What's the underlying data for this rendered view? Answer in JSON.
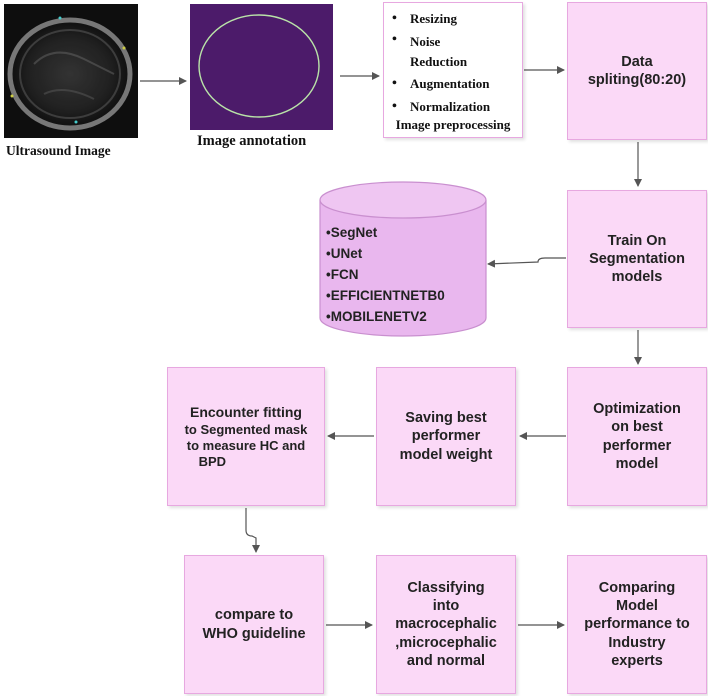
{
  "inputs": {
    "ultrasound_caption": "Ultrasound Image",
    "annotation_caption": "Image annotation"
  },
  "preprocessing": {
    "items": [
      "Resizing",
      "Noise Reduction",
      "Augmentation",
      "Normalization"
    ],
    "title": "Image preprocessing"
  },
  "steps": {
    "data_split": [
      "Data",
      "spliting(80:20)"
    ],
    "train": [
      "Train On",
      "Segmentation",
      "models"
    ],
    "optimization": [
      "Optimization",
      "on best",
      "performer",
      "model"
    ],
    "saving": [
      "Saving best",
      "performer",
      "model weight"
    ],
    "encounter": [
      "Encounter fitting",
      "to Segmented mask",
      "to measure HC and",
      "BPD"
    ],
    "compare_who": [
      "compare to",
      "WHO guideline"
    ],
    "classify": [
      "Classifying",
      "into",
      "macrocephalic",
      ",microcephalic",
      "and normal"
    ],
    "comparing_experts": [
      "Comparing",
      "Model",
      "performance to",
      "Industry",
      "experts"
    ]
  },
  "models": [
    "SegNet",
    "UNet",
    "FCN",
    "EFFICIENTNETB0",
    "MOBILENETV2"
  ],
  "colors": {
    "box_fill": "#fbd9f7",
    "box_border": "#e7a8e0",
    "cylinder_fill": "#e9b7ee",
    "annotation_bg": "#4c1b6a",
    "arrow": "#555555"
  }
}
